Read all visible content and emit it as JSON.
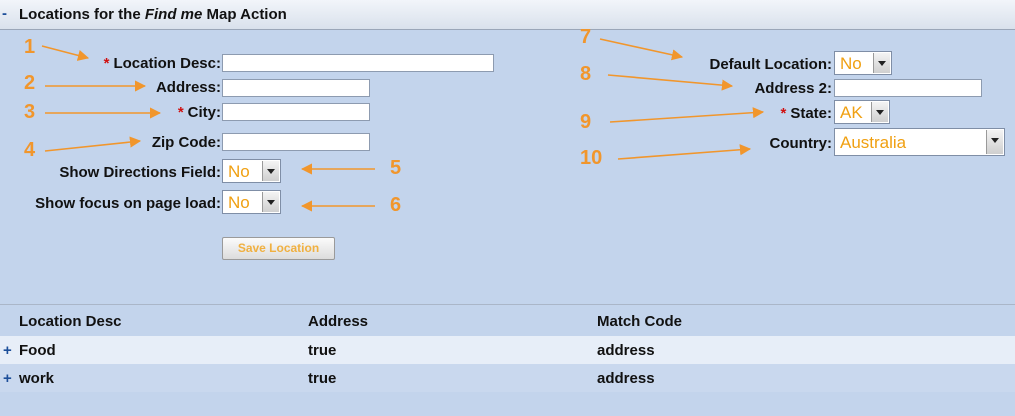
{
  "header": {
    "collapse_glyph": "-",
    "title_pre": "Locations for the ",
    "title_em": "Find me",
    "title_post": " Map Action"
  },
  "form": {
    "required_mark": "*",
    "location_desc_label": "Location Desc:",
    "location_desc_value": "",
    "address_label": "Address:",
    "address_value": "",
    "city_label": "City:",
    "city_value": "",
    "zip_label": "Zip Code:",
    "zip_value": "",
    "show_directions_label": "Show Directions Field:",
    "show_directions_value": "No",
    "show_focus_label": "Show focus on page load:",
    "show_focus_value": "No",
    "save_button": "Save Location",
    "default_location_label": "Default Location:",
    "default_location_value": "No",
    "address2_label": "Address 2:",
    "address2_value": "",
    "state_label": "State:",
    "state_value": "AK",
    "country_label": "Country:",
    "country_value": "Australia"
  },
  "callouts": [
    "1",
    "2",
    "3",
    "4",
    "5",
    "6",
    "7",
    "8",
    "9",
    "10"
  ],
  "table": {
    "columns": [
      "Location Desc",
      "Address",
      "Match Code"
    ],
    "expand_glyph": "+",
    "rows": [
      {
        "location_desc": "Food",
        "address": "true",
        "match_code": "address"
      },
      {
        "location_desc": "work",
        "address": "true",
        "match_code": "address"
      }
    ]
  },
  "colors": {
    "background": "#c3d4ec",
    "accent_orange": "#f1962c",
    "required_red": "#d01010",
    "select_value": "#f0a012"
  }
}
